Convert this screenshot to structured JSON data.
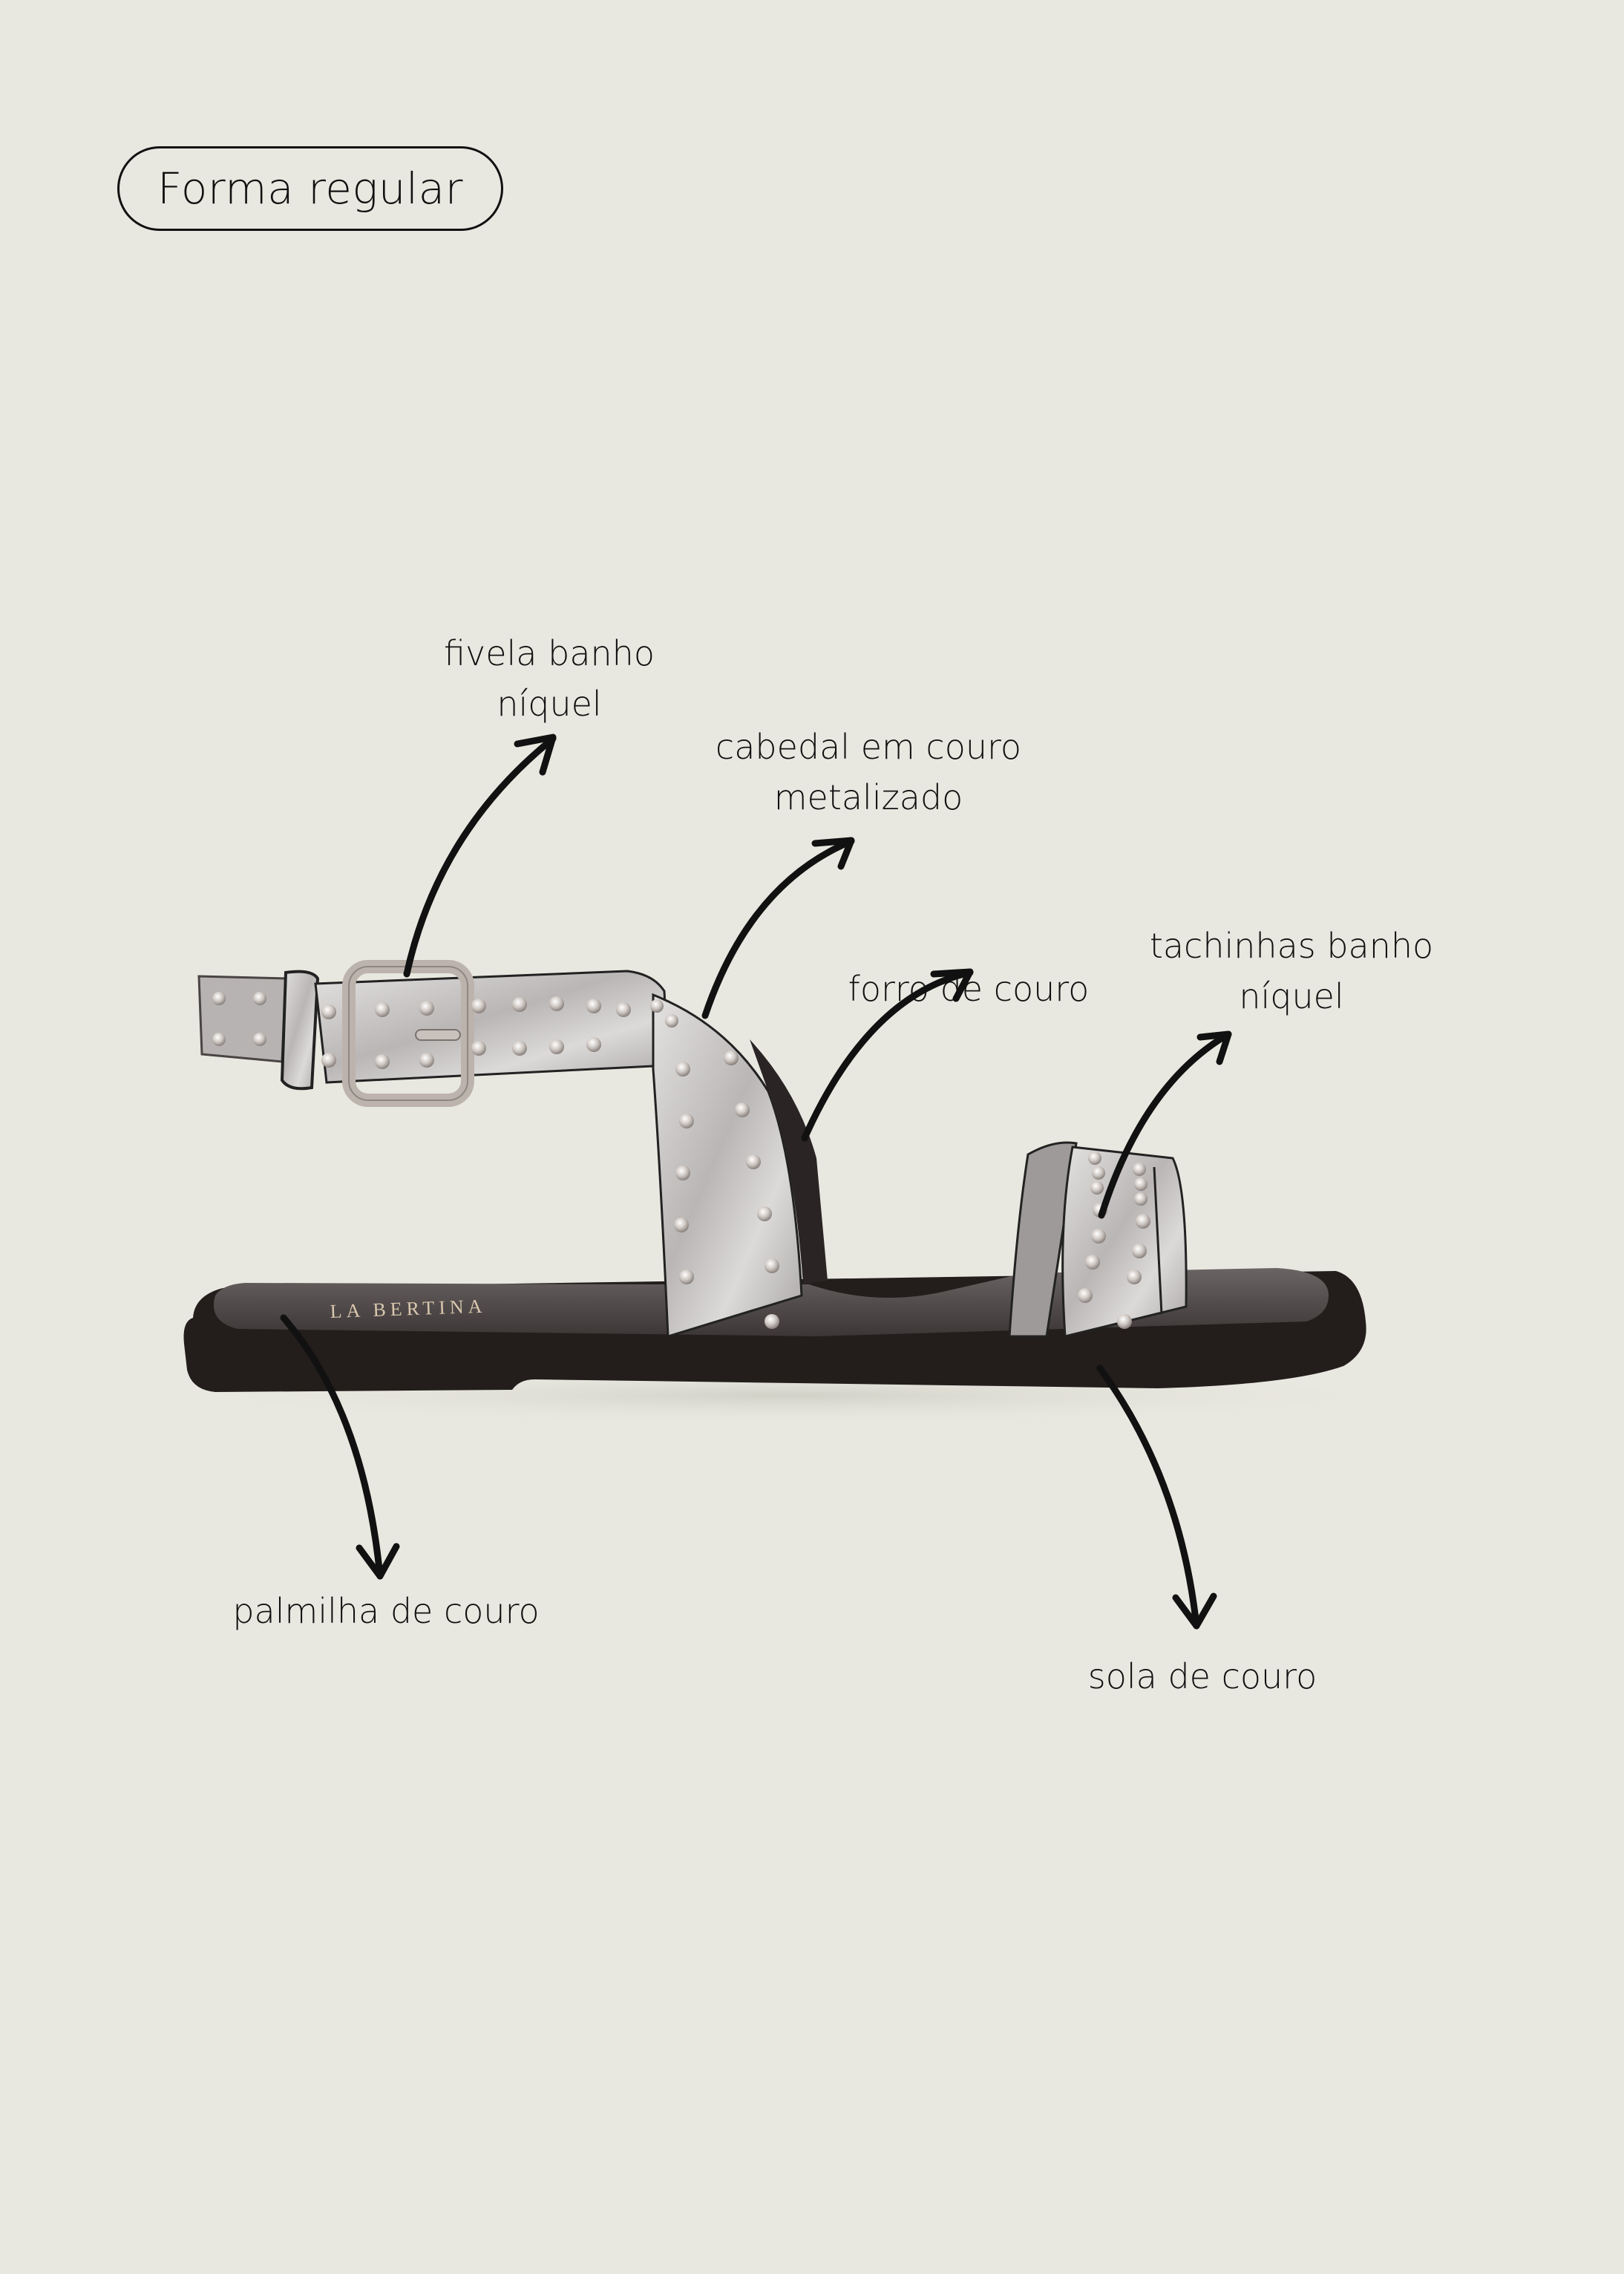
{
  "badge": {
    "label": "Forma regular"
  },
  "product": {
    "type": "sandal",
    "brand_mark": "LA BERTINA",
    "colors": {
      "background": "#e9e8e0",
      "sole": "#231d1c",
      "insole": "#4a4444",
      "upper": "#c9c7c6",
      "studs": "#d8d4d0",
      "ink": "#111111"
    }
  },
  "annotations": [
    {
      "id": "buckle",
      "lines": [
        "fivela banho",
        "níquel"
      ]
    },
    {
      "id": "upper",
      "lines": [
        "cabedal em couro",
        "metalizado"
      ]
    },
    {
      "id": "lining",
      "lines": [
        "forro de couro"
      ]
    },
    {
      "id": "studs",
      "lines": [
        "tachinhas banho",
        "níquel"
      ]
    },
    {
      "id": "insole",
      "lines": [
        "palmilha de couro"
      ]
    },
    {
      "id": "sole",
      "lines": [
        "sola de couro"
      ]
    }
  ]
}
